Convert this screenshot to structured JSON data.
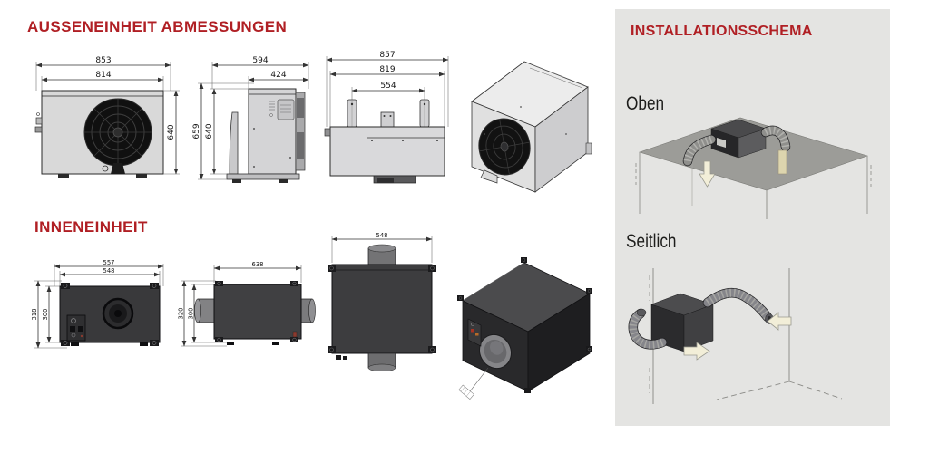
{
  "meta": {
    "accent": "#b01f24",
    "panel_bg": "#e4e4e2"
  },
  "outdoor": {
    "title": "AUSSENEINHEIT ABMESSUNGEN",
    "front": {
      "w_outer": "853",
      "w_inner": "814",
      "h": "640"
    },
    "side": {
      "w_outer": "594",
      "w_inner": "424",
      "h_outer": "659",
      "h_inner": "640"
    },
    "top": {
      "w_outer": "857",
      "w_inner": "819",
      "w_brackets": "554"
    }
  },
  "indoor": {
    "title": "INNENEINHEIT",
    "front": {
      "w_outer": "557",
      "w_inner": "548",
      "h_outer": "318",
      "h_inner": "300"
    },
    "side": {
      "w": "638",
      "h_outer": "320",
      "h_inner": "300"
    },
    "top": {
      "w": "548"
    }
  },
  "installation": {
    "title": "INSTALLATIONSSCHEMA",
    "view_top_label": "Oben",
    "view_side_label": "Seitlich"
  }
}
